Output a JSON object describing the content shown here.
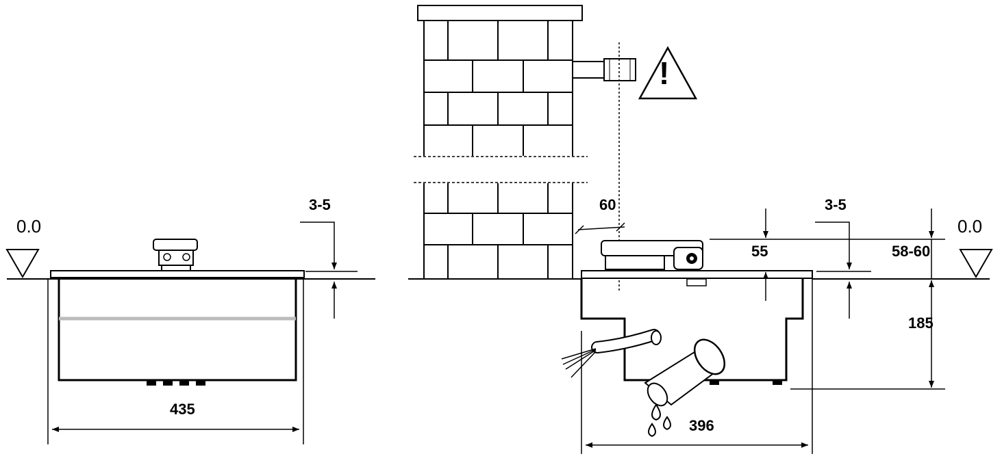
{
  "labels": {
    "level_left": "0.0",
    "level_right": "0.0",
    "gap_left": "3-5",
    "gap_right": "3-5",
    "width_left": "435",
    "width_right": "396",
    "wall_clearance": "60",
    "height_above": "55",
    "total_height": "58-60",
    "depth": "185",
    "warning_mark": "!"
  },
  "colors": {
    "line": "#000000",
    "fill": "#ffffff",
    "accent_gray": "#bbbbbb"
  }
}
